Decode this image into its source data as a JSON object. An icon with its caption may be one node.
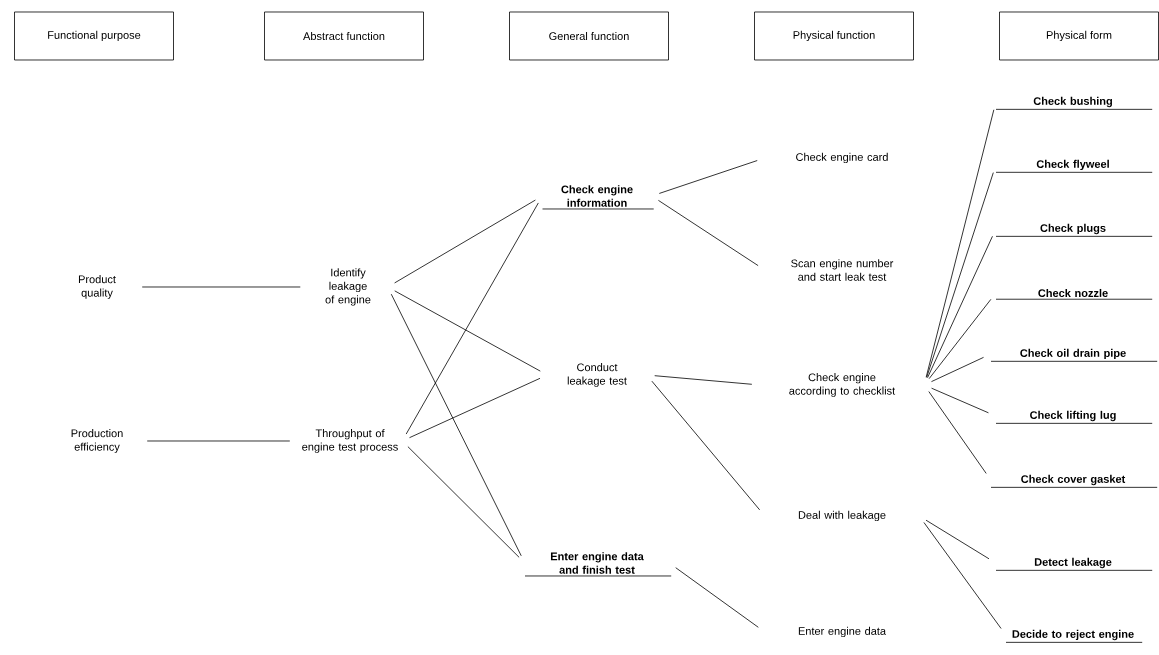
{
  "diagram": {
    "nodes": [
      {
        "text": [
          "Functional purpose"
        ]
      },
      {
        "text": [
          "Abstract function"
        ]
      },
      {
        "text": [
          "General function"
        ]
      },
      {
        "text": [
          "Physical function"
        ]
      },
      {
        "text": [
          "Physical form"
        ]
      },
      {
        "text": [
          "Product quality"
        ]
      },
      {
        "text": [
          "Production efficiency"
        ]
      },
      {
        "text": [
          "Identify leakage of engine"
        ]
      },
      {
        "text": [
          "Throughput of engine test process"
        ]
      },
      {
        "text": [
          "Check engine information"
        ]
      },
      {
        "text": [
          "Conduct leakage test"
        ]
      },
      {
        "text": [
          "Enter engine data and finish test"
        ]
      },
      {
        "text": [
          "Check engine card"
        ]
      },
      {
        "text": [
          "Scan engine number and start leak test"
        ]
      },
      {
        "text": [
          "Check engine according to checklist"
        ]
      },
      {
        "text": [
          "Deal with leakage"
        ]
      },
      {
        "text": [
          "Enter engine data"
        ]
      },
      {
        "text": [
          "Check bushing"
        ]
      },
      {
        "text": [
          "Check flyweel"
        ]
      },
      {
        "text": [
          "Check plugs"
        ]
      },
      {
        "text": [
          "Check nozzle"
        ]
      },
      {
        "text": [
          "Check oil drain pipe"
        ]
      },
      {
        "text": [
          "Check lifting lug"
        ]
      },
      {
        "text": [
          "Check cover gasket"
        ]
      },
      {
        "text": [
          "Detect leakage"
        ]
      },
      {
        "text": [
          "Decide to reject engine"
        ]
      }
    ],
    "edges": [
      {
        "from": 5,
        "to": 7,
        "arrow": "none"
      },
      {
        "from": 6,
        "to": 8,
        "arrow": "none"
      },
      {
        "from": 7,
        "to": 9,
        "arrow": "none"
      },
      {
        "from": 7,
        "to": 10,
        "arrow": "none"
      },
      {
        "from": 7,
        "to": 11,
        "arrow": "none"
      },
      {
        "from": 8,
        "to": 9,
        "arrow": "none"
      },
      {
        "from": 8,
        "to": 10,
        "arrow": "none"
      },
      {
        "from": 8,
        "to": 11,
        "arrow": "none"
      },
      {
        "from": 9,
        "to": 12,
        "arrow": "none"
      },
      {
        "from": 9,
        "to": 13,
        "arrow": "none"
      },
      {
        "from": 10,
        "to": 14,
        "arrow": "none"
      },
      {
        "from": 10,
        "to": 15,
        "arrow": "none"
      },
      {
        "from": 11,
        "to": 16,
        "arrow": "none"
      },
      {
        "from": 14,
        "to": 17,
        "arrow": "none"
      },
      {
        "from": 14,
        "to": 18,
        "arrow": "none"
      },
      {
        "from": 14,
        "to": 19,
        "arrow": "none"
      },
      {
        "from": 14,
        "to": 20,
        "arrow": "none"
      },
      {
        "from": 14,
        "to": 21,
        "arrow": "none"
      },
      {
        "from": 14,
        "to": 22,
        "arrow": "none"
      },
      {
        "from": 14,
        "to": 23,
        "arrow": "none"
      },
      {
        "from": 15,
        "to": 24,
        "arrow": "none"
      },
      {
        "from": 15,
        "to": 25,
        "arrow": "none"
      }
    ]
  }
}
